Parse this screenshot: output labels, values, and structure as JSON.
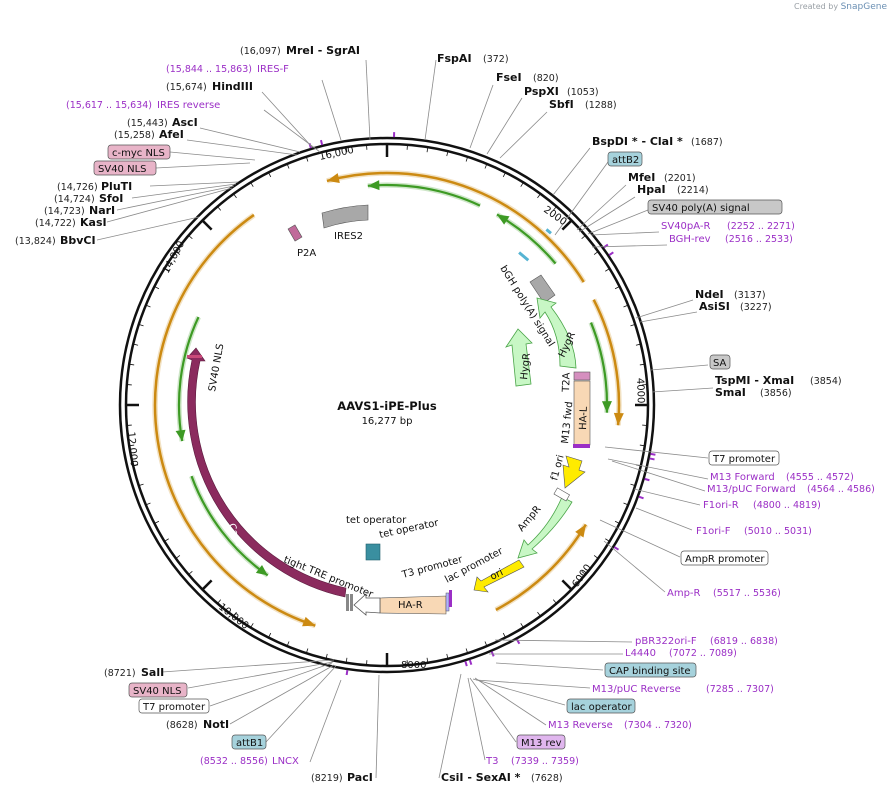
{
  "header": {
    "created_by": "Created by",
    "brand": "SnapGene"
  },
  "plasmid": {
    "name": "AAVS1-iPE-Plus",
    "length": "16,277 bp"
  },
  "ticks": [
    "16,000",
    "2000",
    "4000",
    "6000",
    "8000",
    "10,000",
    "12,000",
    "14,000"
  ],
  "enzymes": {
    "mrei": {
      "pos": "(16,097)",
      "name": "MreI  - SgrAI"
    },
    "hindiii": {
      "pos": "(15,674)",
      "name": "HindIII"
    },
    "asci": {
      "pos": "(15,443)",
      "name": "AscI"
    },
    "afei": {
      "pos": "(15,258)",
      "name": "AfeI"
    },
    "pluti": {
      "pos": "(14,726)",
      "name": "PluTI"
    },
    "sfoi": {
      "pos": "(14,724)",
      "name": "SfoI"
    },
    "nari": {
      "pos": "(14,723)",
      "name": "NarI"
    },
    "kasi": {
      "pos": "(14,722)",
      "name": "KasI"
    },
    "bbvci": {
      "pos": "(13,824)",
      "name": "BbvCI"
    },
    "fspai": {
      "pos": "(372)",
      "name": "FspAI"
    },
    "fsei": {
      "pos": "(820)",
      "name": "FseI"
    },
    "pspxi": {
      "pos": "(1053)",
      "name": "PspXI"
    },
    "sbfi": {
      "pos": "(1288)",
      "name": "SbfI"
    },
    "bspdi": {
      "pos": "(1687)",
      "name": "BspDI *  - ClaI *"
    },
    "mfei": {
      "pos": "(2201)",
      "name": "MfeI"
    },
    "hpai": {
      "pos": "(2214)",
      "name": "HpaI"
    },
    "ndei": {
      "pos": "(3137)",
      "name": "NdeI"
    },
    "asisi": {
      "pos": "(3227)",
      "name": "AsiSI"
    },
    "tspmi": {
      "pos": "(3854)",
      "name": "TspMI  - XmaI"
    },
    "smai": {
      "pos": "(3856)",
      "name": "SmaI"
    },
    "sali": {
      "pos": "(8721)",
      "name": "SalI"
    },
    "noti": {
      "pos": "(8628)",
      "name": "NotI"
    },
    "paci": {
      "pos": "(8219)",
      "name": "PacI"
    },
    "csii": {
      "pos": "(7628)",
      "name": "CsiI  - SexAI *"
    }
  },
  "primers": {
    "iresf": {
      "name": "IRES-F",
      "range": "(15,844 .. 15,863)"
    },
    "iresrev": {
      "name": "IRES reverse",
      "range": "(15,617 .. 15,634)"
    },
    "sv40par": {
      "name": "SV40pA-R",
      "range": "(2252 .. 2271)"
    },
    "bghrev": {
      "name": "BGH-rev",
      "range": "(2516 .. 2533)"
    },
    "m13fwd": {
      "name": "M13 Forward",
      "range": "(4555 .. 4572)"
    },
    "m13pucfwd": {
      "name": "M13/pUC Forward",
      "range": "(4564 .. 4586)"
    },
    "f1orir": {
      "name": "F1ori-R",
      "range": "(4800 .. 4819)"
    },
    "f1orif": {
      "name": "F1ori-F",
      "range": "(5010 .. 5031)"
    },
    "ampr": {
      "name": "Amp-R",
      "range": "(5517 .. 5536)"
    },
    "pbr": {
      "name": "pBR322ori-F",
      "range": "(6819 .. 6838)"
    },
    "l4440": {
      "name": "L4440",
      "range": "(7072 .. 7089)"
    },
    "m13pucrev": {
      "name": "M13/pUC Reverse",
      "range": "(7285 .. 7307)"
    },
    "m13rev": {
      "name": "M13 Reverse",
      "range": "(7304 .. 7320)"
    },
    "t3": {
      "name": "T3",
      "range": "(7339 .. 7359)"
    },
    "lncx": {
      "name": "LNCX",
      "range": "(8532 .. 8556)"
    }
  },
  "boxes": {
    "cmyc": "c-myc NLS",
    "sv40nls_top": "SV40 NLS",
    "attb2": "attB2",
    "sv40polya": "SV40 poly(A) signal",
    "sa": "SA",
    "t7_right": "T7 promoter",
    "amprpromoter": "AmpR promoter",
    "cap": "CAP binding site",
    "lacop": "lac operator",
    "m13rev_box": "M13 rev",
    "sv40nls_bottom": "SV40 NLS",
    "t7_bottom": "T7 promoter",
    "attb1": "attB1"
  },
  "features": {
    "p2a": "P2A",
    "ires2": "IRES2",
    "bgh": "bGH poly(A) signal",
    "hygr_a": "HygR",
    "hygr_b": "HygR",
    "t2a": "T2A",
    "hal": "HA-L",
    "m13fwd_in": "M13 fwd",
    "f1ori": "f1 ori",
    "ampr_in": "AmpR",
    "ori": "ori",
    "t3prom": "T3 promoter",
    "lacprom": "lac promoter",
    "har": "HA-R",
    "tightTRE": "tight TRE promoter",
    "tetop1": "tet operator",
    "tetop2": "tet operator",
    "cas9": "Cas9",
    "sv40nls_in": "SV40 NLS"
  },
  "colors": {
    "cas9": "#8b2b5e",
    "hygr": "#c8f7c5",
    "ha": "#f8d8b5",
    "yellow": "#ffeb00",
    "orange_arrow": "#cc8a12",
    "green_arrow": "#3d9a24",
    "primer": "#9b2fc6",
    "box_pink": "#e8b4c8",
    "box_teal": "#a6d2dc",
    "box_gray": "#c8c8c8"
  }
}
